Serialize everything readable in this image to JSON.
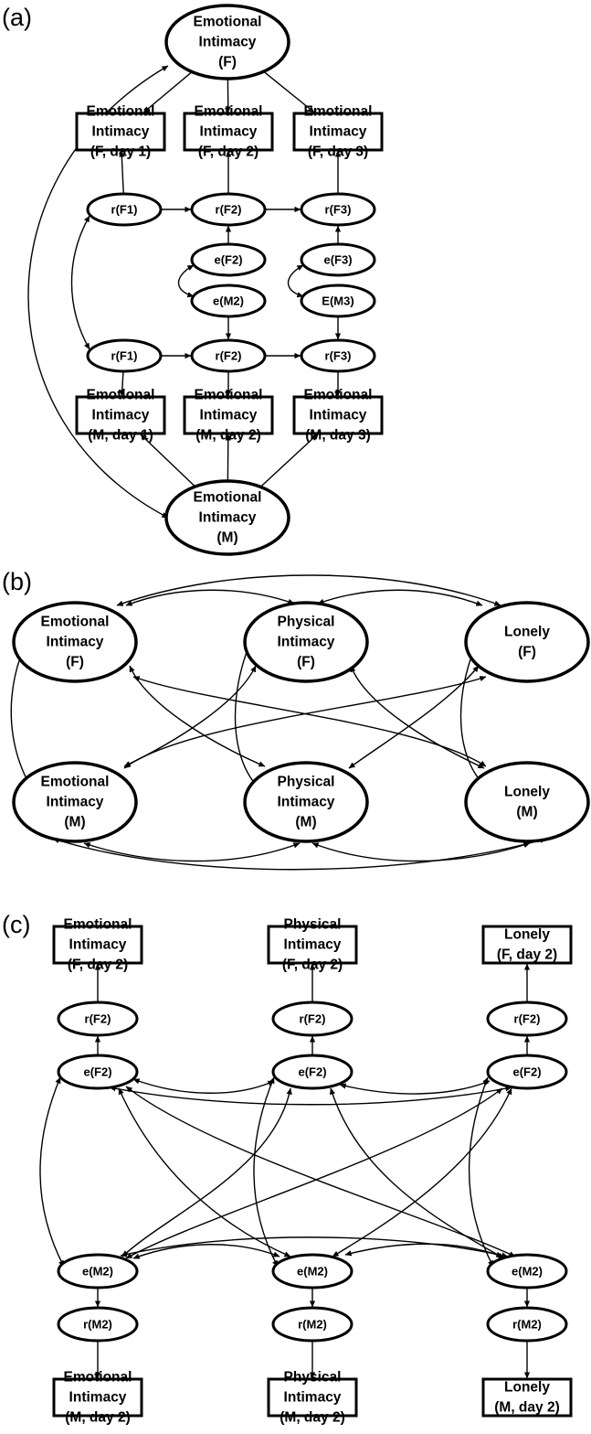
{
  "panels": [
    {
      "label": "(a)",
      "nodes": [
        {
          "id": "a-ei-f",
          "shape": "ellipse",
          "kind": "latent",
          "lines": [
            "Emotional",
            "Intimacy",
            "(F)"
          ]
        },
        {
          "id": "a-box-f1",
          "shape": "rect",
          "kind": "observed",
          "lines": [
            "Emotional",
            "Intimacy",
            "(F, day 1)"
          ]
        },
        {
          "id": "a-box-f2",
          "shape": "rect",
          "kind": "observed",
          "lines": [
            "Emotional",
            "Intimacy",
            "(F, day 2)"
          ]
        },
        {
          "id": "a-box-f3",
          "shape": "rect",
          "kind": "observed",
          "lines": [
            "Emotional",
            "Intimacy",
            "(F, day 3)"
          ]
        },
        {
          "id": "a-rf1",
          "shape": "ellipse",
          "kind": "residual",
          "lines": [
            "r(F1)"
          ]
        },
        {
          "id": "a-rf2",
          "shape": "ellipse",
          "kind": "residual",
          "lines": [
            "r(F2)"
          ]
        },
        {
          "id": "a-rf3",
          "shape": "ellipse",
          "kind": "residual",
          "lines": [
            "r(F3)"
          ]
        },
        {
          "id": "a-ef2",
          "shape": "ellipse",
          "kind": "error",
          "lines": [
            "e(F2)"
          ]
        },
        {
          "id": "a-ef3",
          "shape": "ellipse",
          "kind": "error",
          "lines": [
            "e(F3)"
          ]
        },
        {
          "id": "a-em2",
          "shape": "ellipse",
          "kind": "error",
          "lines": [
            "e(M2)"
          ]
        },
        {
          "id": "a-em3",
          "shape": "ellipse",
          "kind": "error",
          "lines": [
            "E(M3)"
          ]
        },
        {
          "id": "a-rm1",
          "shape": "ellipse",
          "kind": "residual",
          "lines": [
            "r(F1)"
          ]
        },
        {
          "id": "a-rm2",
          "shape": "ellipse",
          "kind": "residual",
          "lines": [
            "r(F2)"
          ]
        },
        {
          "id": "a-rm3",
          "shape": "ellipse",
          "kind": "residual",
          "lines": [
            "r(F3)"
          ]
        },
        {
          "id": "a-box-m1",
          "shape": "rect",
          "kind": "observed",
          "lines": [
            "Emotional",
            "Intimacy",
            "(M, day 1)"
          ]
        },
        {
          "id": "a-box-m2",
          "shape": "rect",
          "kind": "observed",
          "lines": [
            "Emotional",
            "Intimacy",
            "(M, day 2)"
          ]
        },
        {
          "id": "a-box-m3",
          "shape": "rect",
          "kind": "observed",
          "lines": [
            "Emotional",
            "Intimacy",
            "(M, day 3)"
          ]
        },
        {
          "id": "a-ei-m",
          "shape": "ellipse",
          "kind": "latent",
          "lines": [
            "Emotional",
            "Intimacy",
            "(M)"
          ]
        }
      ],
      "edges": [
        {
          "from": "a-ei-f",
          "to": "a-box-f1",
          "type": "directed"
        },
        {
          "from": "a-ei-f",
          "to": "a-box-f2",
          "type": "directed"
        },
        {
          "from": "a-ei-f",
          "to": "a-box-f3",
          "type": "directed"
        },
        {
          "from": "a-rf1",
          "to": "a-box-f1",
          "type": "directed"
        },
        {
          "from": "a-rf2",
          "to": "a-box-f2",
          "type": "directed"
        },
        {
          "from": "a-rf3",
          "to": "a-box-f3",
          "type": "directed"
        },
        {
          "from": "a-rf1",
          "to": "a-rf2",
          "type": "directed"
        },
        {
          "from": "a-rf2",
          "to": "a-rf3",
          "type": "directed"
        },
        {
          "from": "a-ef2",
          "to": "a-rf2",
          "type": "directed"
        },
        {
          "from": "a-ef3",
          "to": "a-rf3",
          "type": "directed"
        },
        {
          "from": "a-ef2",
          "to": "a-em2",
          "type": "covariance"
        },
        {
          "from": "a-ef3",
          "to": "a-em3",
          "type": "covariance"
        },
        {
          "from": "a-em2",
          "to": "a-rm2",
          "type": "directed"
        },
        {
          "from": "a-em3",
          "to": "a-rm3",
          "type": "directed"
        },
        {
          "from": "a-rf1",
          "to": "a-rm1",
          "type": "covariance"
        },
        {
          "from": "a-rm1",
          "to": "a-rm2",
          "type": "directed"
        },
        {
          "from": "a-rm2",
          "to": "a-rm3",
          "type": "directed"
        },
        {
          "from": "a-rm1",
          "to": "a-box-m1",
          "type": "directed"
        },
        {
          "from": "a-rm2",
          "to": "a-box-m2",
          "type": "directed"
        },
        {
          "from": "a-rm3",
          "to": "a-box-m3",
          "type": "directed"
        },
        {
          "from": "a-ei-m",
          "to": "a-box-m1",
          "type": "directed"
        },
        {
          "from": "a-ei-m",
          "to": "a-box-m2",
          "type": "directed"
        },
        {
          "from": "a-ei-m",
          "to": "a-box-m3",
          "type": "directed"
        },
        {
          "from": "a-ei-f",
          "to": "a-ei-m",
          "type": "covariance"
        }
      ]
    },
    {
      "label": "(b)",
      "nodes": [
        {
          "id": "b-ei-f",
          "shape": "ellipse",
          "kind": "latent",
          "lines": [
            "Emotional",
            "Intimacy",
            "(F)"
          ]
        },
        {
          "id": "b-pi-f",
          "shape": "ellipse",
          "kind": "latent",
          "lines": [
            "Physical",
            "Intimacy",
            "(F)"
          ]
        },
        {
          "id": "b-lo-f",
          "shape": "ellipse",
          "kind": "latent",
          "lines": [
            "Lonely",
            "(F)"
          ]
        },
        {
          "id": "b-ei-m",
          "shape": "ellipse",
          "kind": "latent",
          "lines": [
            "Emotional",
            "Intimacy",
            "(M)"
          ]
        },
        {
          "id": "b-pi-m",
          "shape": "ellipse",
          "kind": "latent",
          "lines": [
            "Physical",
            "Intimacy",
            "(M)"
          ]
        },
        {
          "id": "b-lo-m",
          "shape": "ellipse",
          "kind": "latent",
          "lines": [
            "Lonely",
            "(M)"
          ]
        }
      ],
      "edges": [
        {
          "from": "b-ei-f",
          "to": "b-pi-f",
          "type": "covariance"
        },
        {
          "from": "b-ei-f",
          "to": "b-lo-f",
          "type": "covariance"
        },
        {
          "from": "b-pi-f",
          "to": "b-lo-f",
          "type": "covariance"
        },
        {
          "from": "b-ei-m",
          "to": "b-pi-m",
          "type": "covariance"
        },
        {
          "from": "b-ei-m",
          "to": "b-lo-m",
          "type": "covariance"
        },
        {
          "from": "b-pi-m",
          "to": "b-lo-m",
          "type": "covariance"
        },
        {
          "from": "b-ei-f",
          "to": "b-ei-m",
          "type": "covariance"
        },
        {
          "from": "b-pi-f",
          "to": "b-pi-m",
          "type": "covariance"
        },
        {
          "from": "b-lo-f",
          "to": "b-lo-m",
          "type": "covariance"
        },
        {
          "from": "b-ei-f",
          "to": "b-pi-m",
          "type": "covariance"
        },
        {
          "from": "b-ei-f",
          "to": "b-lo-m",
          "type": "covariance"
        },
        {
          "from": "b-pi-f",
          "to": "b-ei-m",
          "type": "covariance"
        },
        {
          "from": "b-pi-f",
          "to": "b-lo-m",
          "type": "covariance"
        },
        {
          "from": "b-lo-f",
          "to": "b-ei-m",
          "type": "covariance"
        },
        {
          "from": "b-lo-f",
          "to": "b-pi-m",
          "type": "covariance"
        }
      ]
    },
    {
      "label": "(c)",
      "nodes": [
        {
          "id": "c-box-ef",
          "shape": "rect",
          "kind": "observed",
          "lines": [
            "Emotional",
            "Intimacy",
            "(F, day 2)"
          ]
        },
        {
          "id": "c-box-pf",
          "shape": "rect",
          "kind": "observed",
          "lines": [
            "Physical",
            "Intimacy",
            "(F, day 2)"
          ]
        },
        {
          "id": "c-box-lf",
          "shape": "rect",
          "kind": "observed",
          "lines": [
            "Lonely",
            "(F, day 2)"
          ]
        },
        {
          "id": "c-r-e-f",
          "shape": "ellipse",
          "kind": "residual",
          "lines": [
            "r(F2)"
          ]
        },
        {
          "id": "c-r-p-f",
          "shape": "ellipse",
          "kind": "residual",
          "lines": [
            "r(F2)"
          ]
        },
        {
          "id": "c-r-l-f",
          "shape": "ellipse",
          "kind": "residual",
          "lines": [
            "r(F2)"
          ]
        },
        {
          "id": "c-e-e-f",
          "shape": "ellipse",
          "kind": "error",
          "lines": [
            "e(F2)"
          ]
        },
        {
          "id": "c-e-p-f",
          "shape": "ellipse",
          "kind": "error",
          "lines": [
            "e(F2)"
          ]
        },
        {
          "id": "c-e-l-f",
          "shape": "ellipse",
          "kind": "error",
          "lines": [
            "e(F2)"
          ]
        },
        {
          "id": "c-e-e-m",
          "shape": "ellipse",
          "kind": "error",
          "lines": [
            "e(M2)"
          ]
        },
        {
          "id": "c-e-p-m",
          "shape": "ellipse",
          "kind": "error",
          "lines": [
            "e(M2)"
          ]
        },
        {
          "id": "c-e-l-m",
          "shape": "ellipse",
          "kind": "error",
          "lines": [
            "e(M2)"
          ]
        },
        {
          "id": "c-r-e-m",
          "shape": "ellipse",
          "kind": "residual",
          "lines": [
            "r(M2)"
          ]
        },
        {
          "id": "c-r-p-m",
          "shape": "ellipse",
          "kind": "residual",
          "lines": [
            "r(M2)"
          ]
        },
        {
          "id": "c-r-l-m",
          "shape": "ellipse",
          "kind": "residual",
          "lines": [
            "r(M2)"
          ]
        },
        {
          "id": "c-box-em",
          "shape": "rect",
          "kind": "observed",
          "lines": [
            "Emotional",
            "Intimacy",
            "(M, day 2)"
          ]
        },
        {
          "id": "c-box-pm",
          "shape": "rect",
          "kind": "observed",
          "lines": [
            "Physical",
            "Intimacy",
            "(M, day 2)"
          ]
        },
        {
          "id": "c-box-lm",
          "shape": "rect",
          "kind": "observed",
          "lines": [
            "Lonely",
            "(M, day 2)"
          ]
        }
      ],
      "edges": [
        {
          "from": "c-r-e-f",
          "to": "c-box-ef",
          "type": "directed"
        },
        {
          "from": "c-r-p-f",
          "to": "c-box-pf",
          "type": "directed"
        },
        {
          "from": "c-r-l-f",
          "to": "c-box-lf",
          "type": "directed"
        },
        {
          "from": "c-e-e-f",
          "to": "c-r-e-f",
          "type": "directed"
        },
        {
          "from": "c-e-p-f",
          "to": "c-r-p-f",
          "type": "directed"
        },
        {
          "from": "c-e-l-f",
          "to": "c-r-l-f",
          "type": "directed"
        },
        {
          "from": "c-e-e-m",
          "to": "c-r-e-m",
          "type": "directed"
        },
        {
          "from": "c-e-p-m",
          "to": "c-r-p-m",
          "type": "directed"
        },
        {
          "from": "c-e-l-m",
          "to": "c-r-l-m",
          "type": "directed"
        },
        {
          "from": "c-r-e-m",
          "to": "c-box-em",
          "type": "directed"
        },
        {
          "from": "c-r-p-m",
          "to": "c-box-pm",
          "type": "directed"
        },
        {
          "from": "c-r-l-m",
          "to": "c-box-lm",
          "type": "directed"
        },
        {
          "from": "c-e-e-f",
          "to": "c-e-p-f",
          "type": "covariance"
        },
        {
          "from": "c-e-e-f",
          "to": "c-e-l-f",
          "type": "covariance"
        },
        {
          "from": "c-e-p-f",
          "to": "c-e-l-f",
          "type": "covariance"
        },
        {
          "from": "c-e-e-m",
          "to": "c-e-p-m",
          "type": "covariance"
        },
        {
          "from": "c-e-e-m",
          "to": "c-e-l-m",
          "type": "covariance"
        },
        {
          "from": "c-e-p-m",
          "to": "c-e-l-m",
          "type": "covariance"
        },
        {
          "from": "c-e-e-f",
          "to": "c-e-e-m",
          "type": "covariance"
        },
        {
          "from": "c-e-p-f",
          "to": "c-e-p-m",
          "type": "covariance"
        },
        {
          "from": "c-e-l-f",
          "to": "c-e-l-m",
          "type": "covariance"
        },
        {
          "from": "c-e-e-f",
          "to": "c-e-p-m",
          "type": "covariance"
        },
        {
          "from": "c-e-e-f",
          "to": "c-e-l-m",
          "type": "covariance"
        },
        {
          "from": "c-e-p-f",
          "to": "c-e-e-m",
          "type": "covariance"
        },
        {
          "from": "c-e-p-f",
          "to": "c-e-l-m",
          "type": "covariance"
        },
        {
          "from": "c-e-l-f",
          "to": "c-e-e-m",
          "type": "covariance"
        },
        {
          "from": "c-e-l-f",
          "to": "c-e-p-m",
          "type": "covariance"
        }
      ]
    }
  ]
}
